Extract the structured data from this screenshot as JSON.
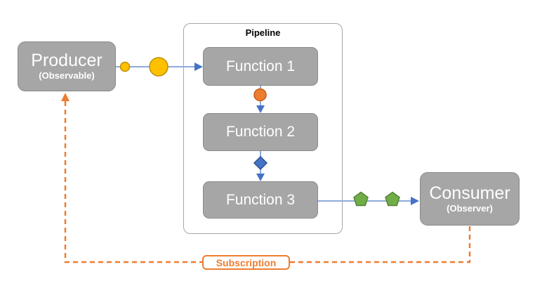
{
  "producer": {
    "title": "Producer",
    "subtitle": "(Observable)"
  },
  "pipeline": {
    "label": "Pipeline",
    "functions": [
      {
        "label": "Function 1"
      },
      {
        "label": "Function 2"
      },
      {
        "label": "Function 3"
      }
    ]
  },
  "consumer": {
    "title": "Consumer",
    "subtitle": "(Observer)"
  },
  "subscription": {
    "label": "Subscription"
  },
  "markers": {
    "producer_to_function1": [
      "small-gold-circle",
      "large-gold-circle"
    ],
    "function1_to_function2": [
      "orange-circle"
    ],
    "function2_to_function3": [
      "blue-diamond"
    ],
    "function3_to_consumer": [
      "green-pentagon",
      "green-pentagon"
    ]
  },
  "colors": {
    "node_fill": "#A6A6A6",
    "node_border": "#8A8A8A",
    "node_text": "#FFFFFF",
    "pipeline_border": "#A6A6A6",
    "pipeline_label": "#000000",
    "flow_line": "#8EAADB",
    "arrow_head": "#4472C4",
    "gold_fill": "#FFC000",
    "gold_border": "#BF8F00",
    "orange_fill": "#ED7D31",
    "orange_border": "#C55A11",
    "diamond_fill": "#4472C4",
    "diamond_border": "#2F528F",
    "pentagon_fill": "#70AD47",
    "pentagon_border": "#548235",
    "subscription_accent": "#ED7D31"
  }
}
